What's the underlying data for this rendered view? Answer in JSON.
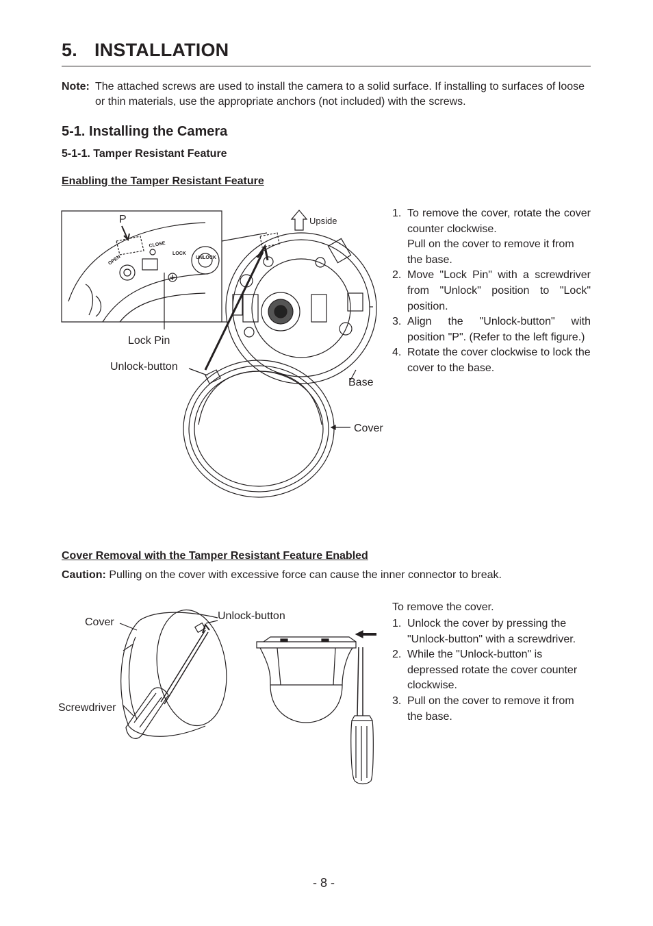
{
  "section": {
    "number": "5.",
    "title": "INSTALLATION"
  },
  "note": {
    "label": "Note:",
    "text": "The attached screws are used to install the camera to a solid surface. If installing to surfaces of loose or thin materials, use the appropriate anchors (not included) with the screws."
  },
  "subsection": {
    "title": "5-1. Installing the Camera"
  },
  "subsubsection": {
    "title": "5-1-1. Tamper Resistant Feature"
  },
  "enabling": {
    "heading": "Enabling the Tamper Resistant Feature",
    "steps": [
      {
        "num": "1.",
        "text": "To remove the cover, rotate the cover counter clockwise.",
        "extra": "Pull on the cover to remove it from the base."
      },
      {
        "num": "2.",
        "text": "Move \"Lock Pin\" with a screwdriver from \"Unlock\" position to \"Lock\" position."
      },
      {
        "num": "3.",
        "text": "Align the \"Unlock-button\" with position \"P\". (Refer to the left figure.)"
      },
      {
        "num": "4.",
        "text": "Rotate the cover clockwise to lock the cover to the base."
      }
    ],
    "figure": {
      "p_label": "P",
      "upside": "Upside",
      "close": "CLOSE",
      "open": "OPEN",
      "lock": "LOCK",
      "unlock": "UNLOCK",
      "lock_pin": "Lock Pin",
      "unlock_button": "Unlock-button",
      "base": "Base",
      "cover": "Cover"
    }
  },
  "removal": {
    "heading": "Cover Removal with the Tamper Resistant Feature Enabled",
    "caution_label": "Caution:",
    "caution_text": "Pulling on the cover with excessive force can cause the inner connector to break.",
    "intro": "To remove the cover.",
    "steps": [
      {
        "num": "1.",
        "text": "Unlock the cover by pressing the \"Unlock-button\" with a screwdriver."
      },
      {
        "num": "2.",
        "text": "While the \"Unlock-button\" is depressed rotate the cover counter clockwise."
      },
      {
        "num": "3.",
        "text": "Pull on the cover to remove it from the base."
      }
    ],
    "figure": {
      "cover": "Cover",
      "unlock_button": "Unlock-button",
      "screwdriver": "Screwdriver"
    }
  },
  "page_number": "- 8 -"
}
